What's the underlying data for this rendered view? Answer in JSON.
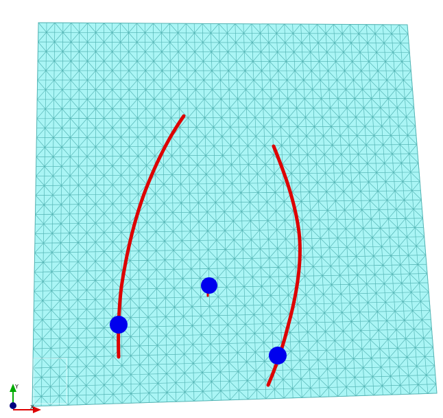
{
  "viewport": {
    "background": "#ffffff",
    "mesh": {
      "fill": "#aaf5f5",
      "line_color": "#55b5b5",
      "columns": 45,
      "rows": 40
    },
    "curve_color": "#dd0000",
    "marker_color": "#0000ee",
    "axes": {
      "icon": "xyz-axes-triad-icon",
      "x_label": "X",
      "y_label": "Y",
      "x_color": "#dd0000",
      "y_color": "#00aa00",
      "z_color": "#000080"
    }
  }
}
